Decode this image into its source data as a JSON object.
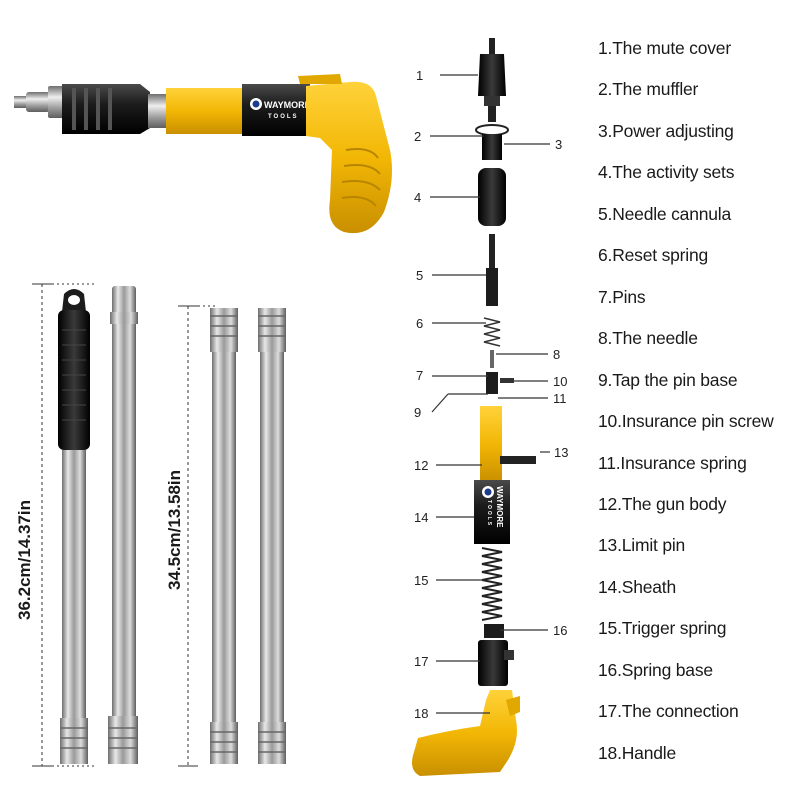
{
  "brand": {
    "name": "WAYMORE",
    "sub": "TOOLS"
  },
  "dimensions": {
    "long_rods": "36.2cm/14.37in",
    "short_rods": "34.5cm/13.58in"
  },
  "callouts": [
    "1",
    "2",
    "3",
    "4",
    "5",
    "6",
    "7",
    "8",
    "9",
    "10",
    "11",
    "12",
    "13",
    "14",
    "15",
    "16",
    "17",
    "18"
  ],
  "legend": [
    "1.The mute cover",
    "2.The muffler",
    "3.Power adjusting",
    "4.The activity sets",
    "5.Needle cannula",
    "6.Reset spring",
    "7.Pins",
    "8.The needle",
    "9.Tap the pin base",
    "10.Insurance pin screw",
    "11.Insurance spring",
    "12.The gun body",
    "13.Limit pin",
    "14.Sheath",
    "15.Trigger spring",
    "16.Spring base",
    "17.The connection",
    "18.Handle"
  ],
  "colors": {
    "yellow": "#f2b705",
    "black": "#1c1c1c",
    "steel": "#b9b9b9"
  }
}
